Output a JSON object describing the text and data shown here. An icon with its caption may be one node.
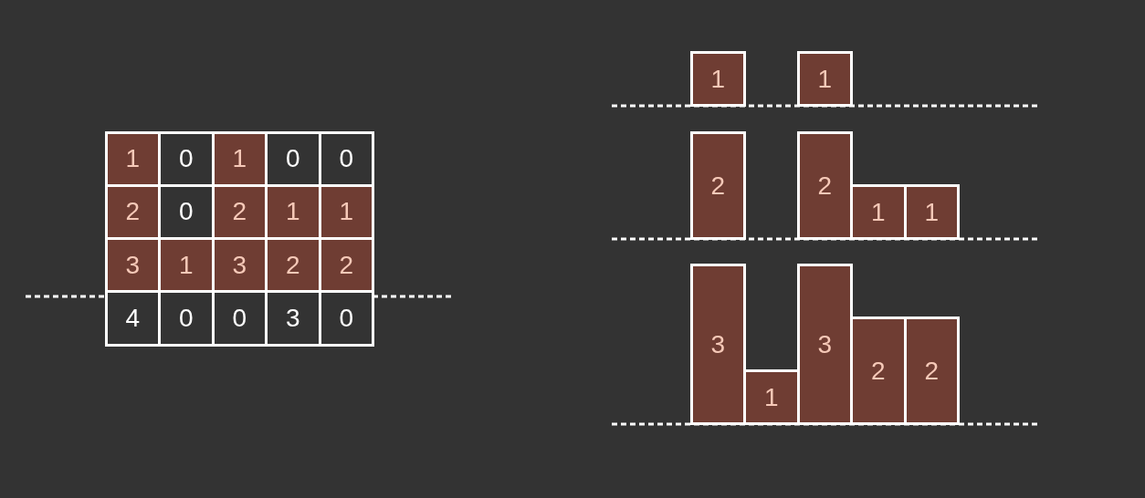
{
  "diagram": {
    "nodes": [
      {
        "text": [
          "1"
        ]
      },
      {
        "text": [
          "0"
        ]
      },
      {
        "text": [
          "1"
        ]
      },
      {
        "text": [
          "0"
        ]
      },
      {
        "text": [
          "0"
        ]
      },
      {
        "text": [
          "2"
        ]
      },
      {
        "text": [
          "0"
        ]
      },
      {
        "text": [
          "2"
        ]
      },
      {
        "text": [
          "1"
        ]
      },
      {
        "text": [
          "1"
        ]
      },
      {
        "text": [
          "3"
        ]
      },
      {
        "text": [
          "1"
        ]
      },
      {
        "text": [
          "3"
        ]
      },
      {
        "text": [
          "2"
        ]
      },
      {
        "text": [
          "2"
        ]
      },
      {
        "text": [
          "4"
        ]
      },
      {
        "text": [
          "0"
        ]
      },
      {
        "text": [
          "0"
        ]
      },
      {
        "text": [
          "3"
        ]
      },
      {
        "text": [
          "0"
        ]
      },
      {
        "text": [
          "1"
        ]
      },
      {
        "text": [
          "1"
        ]
      },
      {
        "text": [
          "2"
        ]
      },
      {
        "text": [
          "2"
        ]
      },
      {
        "text": [
          "1"
        ]
      },
      {
        "text": [
          "1"
        ]
      },
      {
        "text": [
          "3"
        ]
      },
      {
        "text": [
          "1"
        ]
      },
      {
        "text": [
          "3"
        ]
      },
      {
        "text": [
          "2"
        ]
      },
      {
        "text": [
          "2"
        ]
      }
    ]
  }
}
